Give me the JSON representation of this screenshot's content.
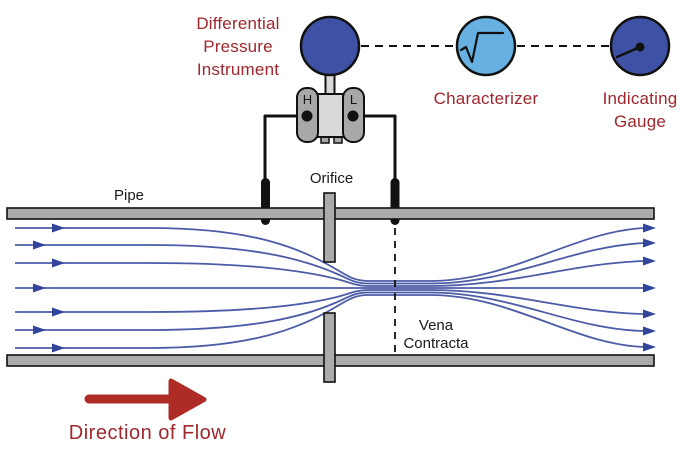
{
  "instruments": {
    "dp_label": "Differential\nPressure\nInstrument",
    "characterizer_label": "Characterizer",
    "gauge_label": "Indicating\nGauge",
    "high_port": "H",
    "low_port": "L"
  },
  "pipe_section": {
    "pipe_label": "Pipe",
    "orifice_label": "Orifice",
    "vena_contracta_label": "Vena\nContracta"
  },
  "flow": {
    "direction_label": "Direction of Flow",
    "num_streamlines": 7
  },
  "colors": {
    "dark_blue": "#3E51A4",
    "light_blue": "#66B1E2",
    "outline_black": "#111111",
    "streamline_blue": "#4C5CA6",
    "arrowhead_blue": "#33459B",
    "pipe_gray": "#ABABAB",
    "body_light_gray": "#D9D9D9",
    "capsule_gray": "#A8A8A8",
    "label_red": "#A1272E",
    "flow_arrow_red": "#AE2B26",
    "label_black": "#1A1A1A"
  }
}
